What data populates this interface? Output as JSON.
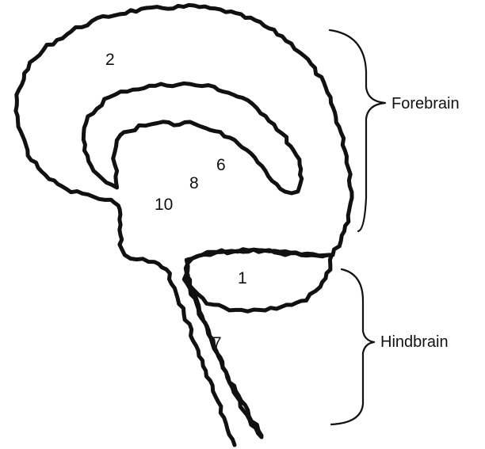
{
  "diagram": {
    "labels": {
      "n2": "2",
      "n6": "6",
      "n8": "8",
      "n10": "10",
      "n1": "1",
      "n7": "7"
    },
    "regions": {
      "forebrain": "Forebrain",
      "hindbrain": "Hindbrain"
    }
  }
}
